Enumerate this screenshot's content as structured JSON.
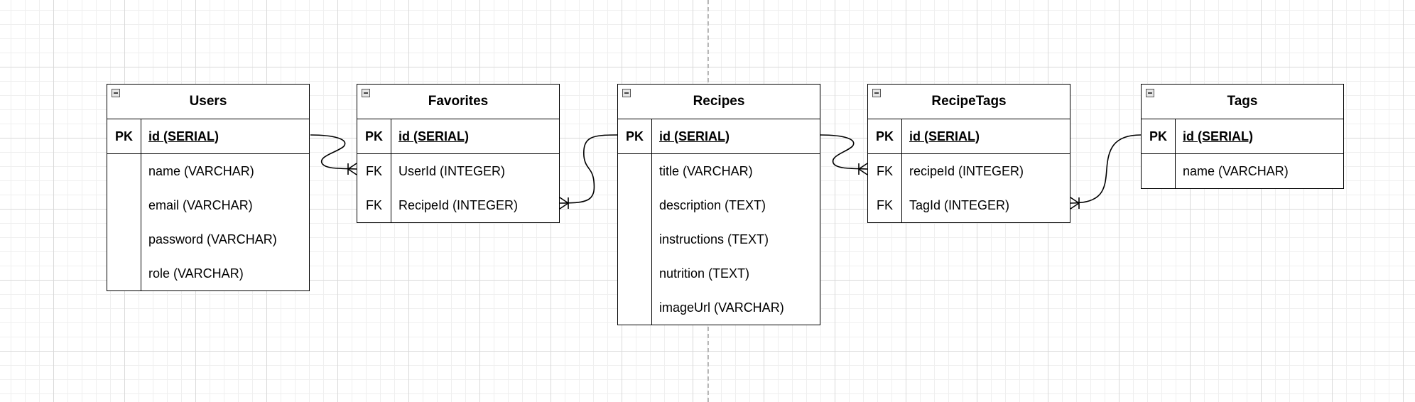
{
  "entities": [
    {
      "title": "Users",
      "rows": [
        {
          "key": "PK",
          "field": "id (SERIAL)"
        },
        {
          "key": "",
          "field": "name (VARCHAR)"
        },
        {
          "key": "",
          "field": "email (VARCHAR)"
        },
        {
          "key": "",
          "field": "password (VARCHAR)"
        },
        {
          "key": "",
          "field": "role (VARCHAR)"
        }
      ]
    },
    {
      "title": "Favorites",
      "rows": [
        {
          "key": "PK",
          "field": "id (SERIAL)"
        },
        {
          "key": "FK",
          "field": "UserId (INTEGER)"
        },
        {
          "key": "FK",
          "field": "RecipeId (INTEGER)"
        }
      ]
    },
    {
      "title": "Recipes",
      "rows": [
        {
          "key": "PK",
          "field": "id (SERIAL)"
        },
        {
          "key": "",
          "field": "title (VARCHAR)"
        },
        {
          "key": "",
          "field": "description (TEXT)"
        },
        {
          "key": "",
          "field": "instructions (TEXT)"
        },
        {
          "key": "",
          "field": "nutrition (TEXT)"
        },
        {
          "key": "",
          "field": "imageUrl (VARCHAR)"
        }
      ]
    },
    {
      "title": "RecipeTags",
      "rows": [
        {
          "key": "PK",
          "field": "id (SERIAL)"
        },
        {
          "key": "FK",
          "field": "recipeId (INTEGER)"
        },
        {
          "key": "FK",
          "field": "TagId (INTEGER)"
        }
      ]
    },
    {
      "title": "Tags",
      "rows": [
        {
          "key": "PK",
          "field": "id (SERIAL)"
        },
        {
          "key": "",
          "field": "name (VARCHAR)"
        }
      ]
    }
  ]
}
